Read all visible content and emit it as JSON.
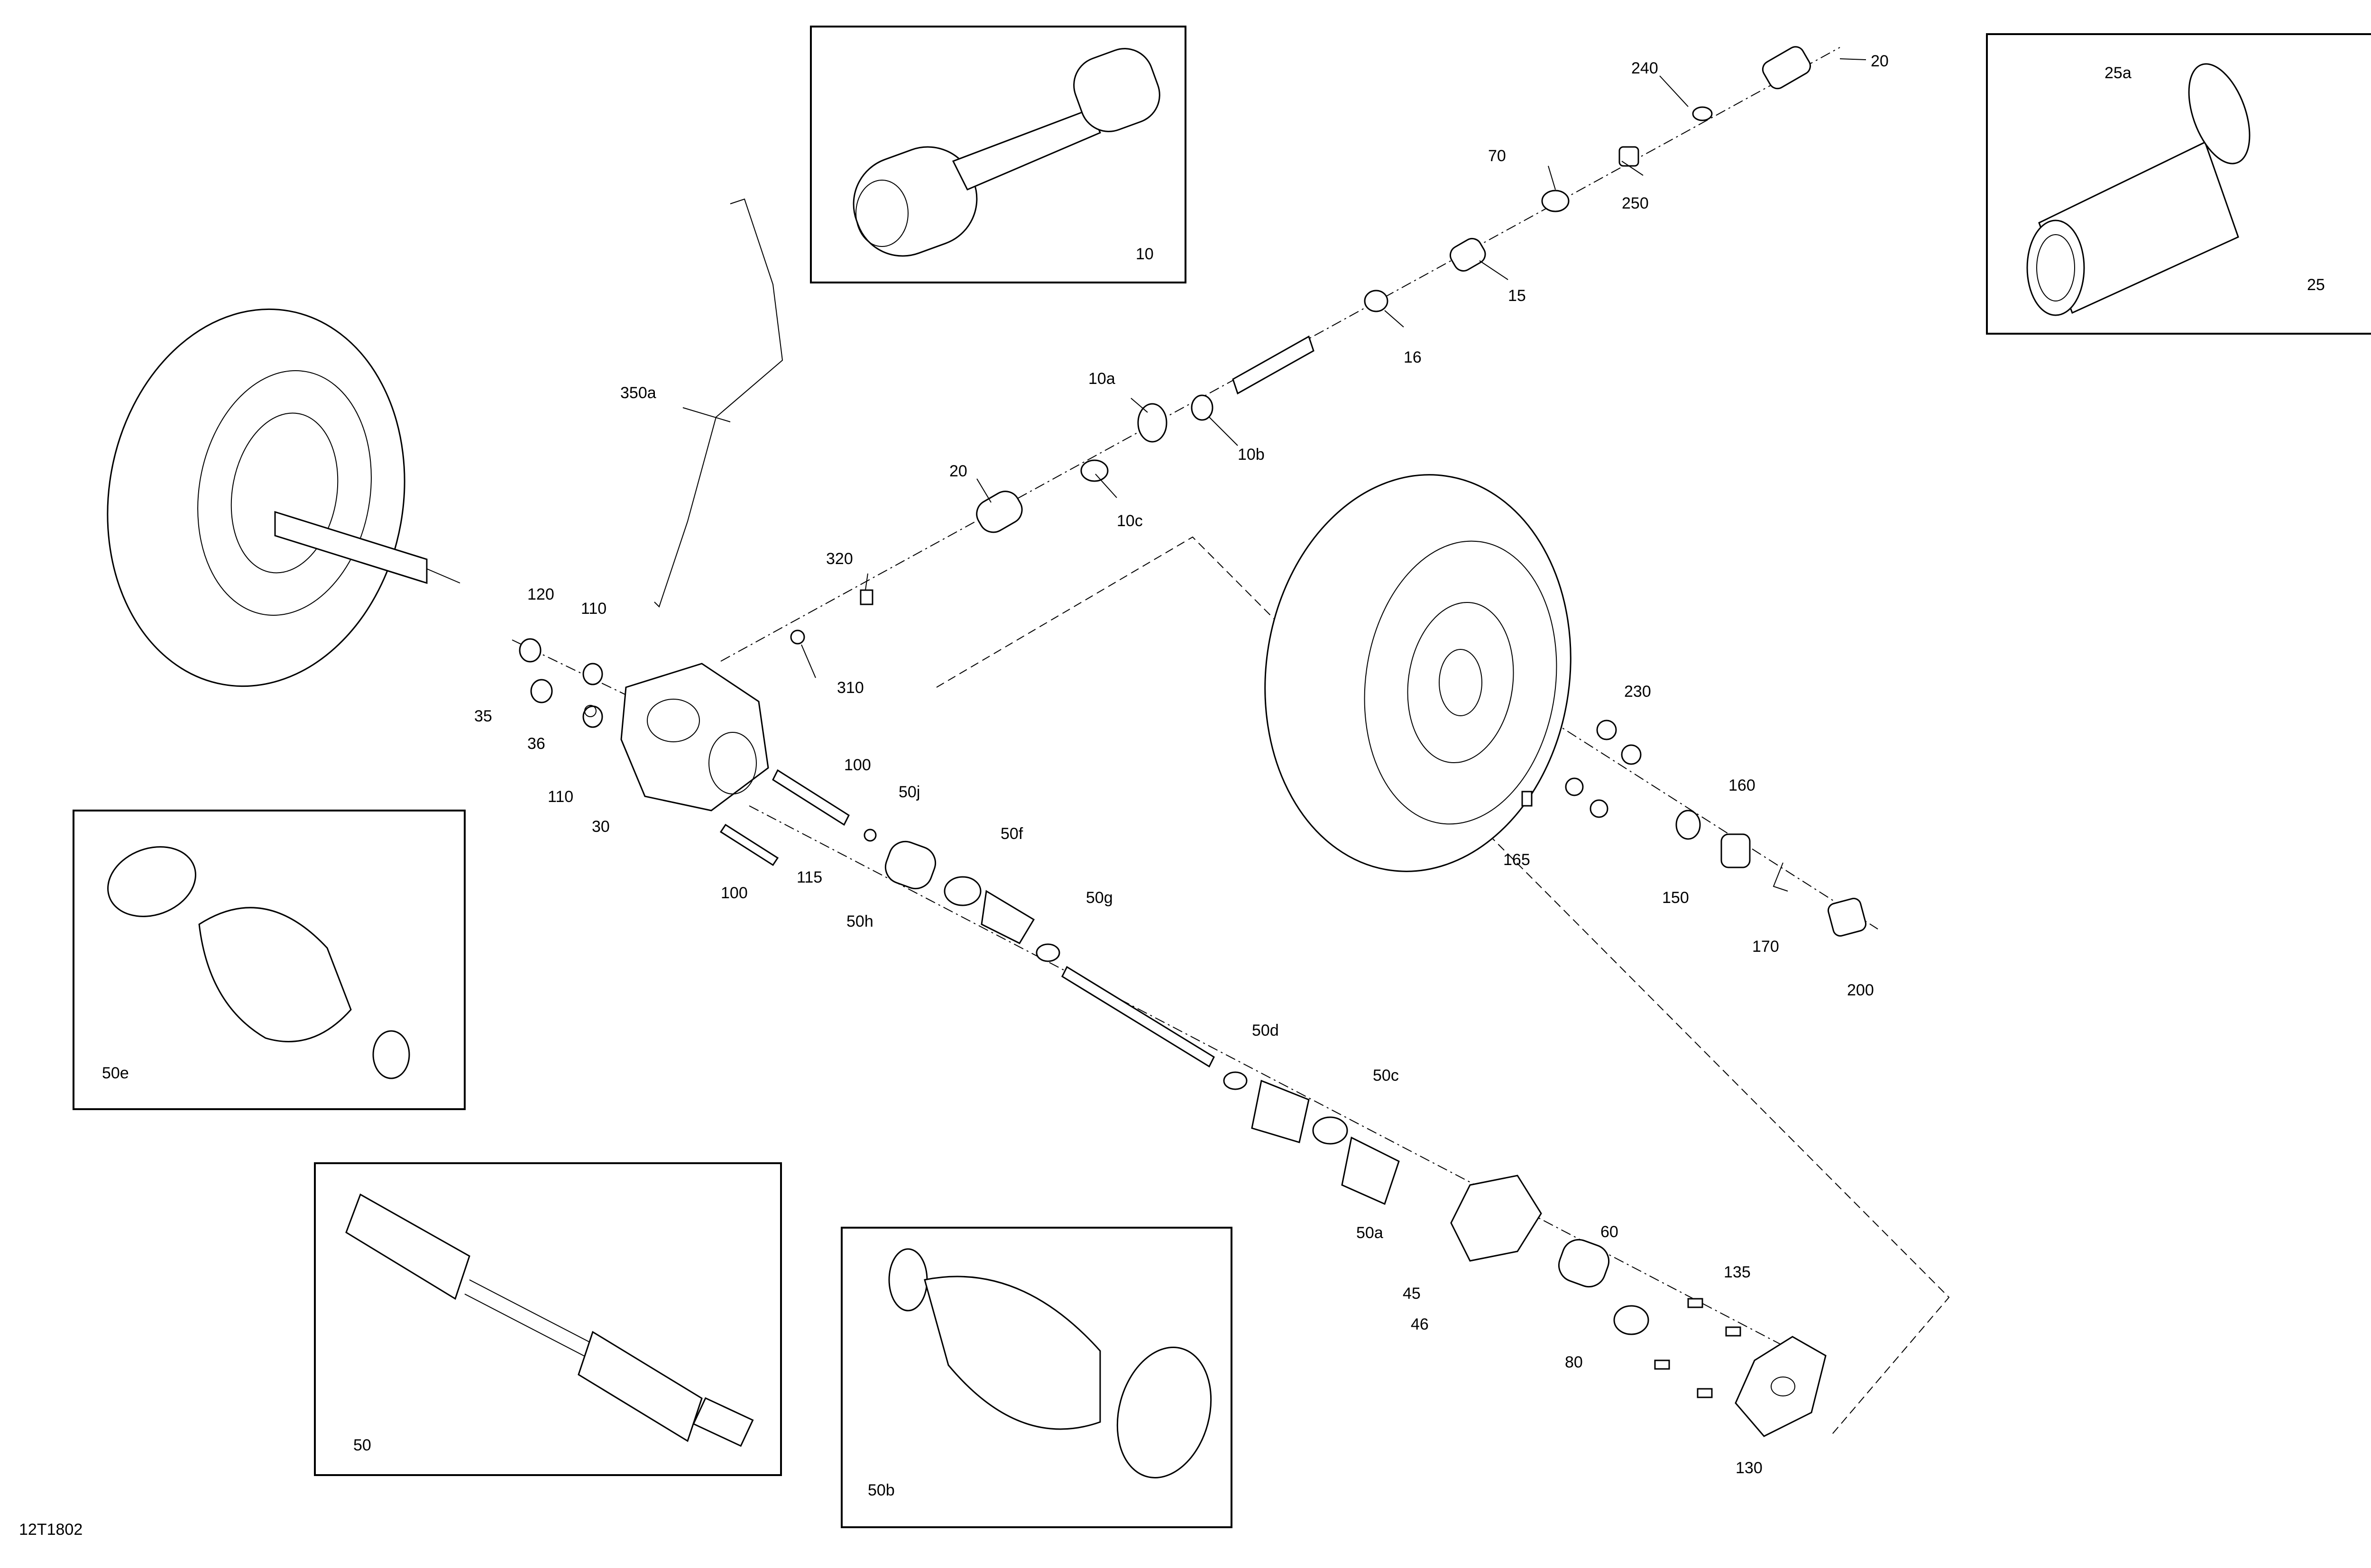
{
  "drawing_ref": "12T1802",
  "callouts": {
    "c10": "10",
    "c10a": "10a",
    "c10b": "10b",
    "c10c": "10c",
    "c15": "15",
    "c16": "16",
    "c20_top": "20",
    "c20_mid": "20",
    "c25": "25",
    "c25a": "25a",
    "c30": "30",
    "c35": "35",
    "c36": "36",
    "c45": "45",
    "c46": "46",
    "c50": "50",
    "c50a": "50a",
    "c50b": "50b",
    "c50c": "50c",
    "c50d": "50d",
    "c50e": "50e",
    "c50f": "50f",
    "c50g": "50g",
    "c50h": "50h",
    "c50j": "50j",
    "c60": "60",
    "c70": "70",
    "c80": "80",
    "c100_a": "100",
    "c100_b": "100",
    "c110_a": "110",
    "c110_b": "110",
    "c115": "115",
    "c120": "120",
    "c130": "130",
    "c135": "135",
    "c150": "150",
    "c160": "160",
    "c165": "165",
    "c170": "170",
    "c200": "200",
    "c230": "230",
    "c240": "240",
    "c250": "250",
    "c310": "310",
    "c320": "320",
    "c350a": "350a"
  }
}
